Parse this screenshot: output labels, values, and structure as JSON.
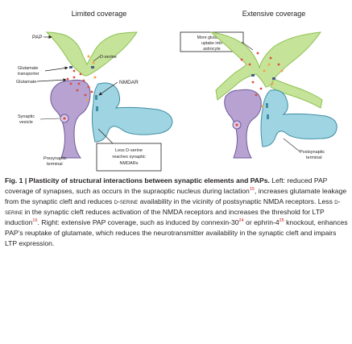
{
  "figure": {
    "left_panel": {
      "title": "Limited coverage",
      "labels": {
        "pap": "PAP",
        "d_serine": "D-serine",
        "glutamate_transporter_1": "Glutamate",
        "glutamate_transporter_2": "transporter",
        "glutamate": "Glutamate",
        "nmdar": "NMDAR",
        "synaptic_vesicle_1": "Synaptic",
        "synaptic_vesicle_2": "vesicle",
        "presynaptic_1": "Presynaptic",
        "presynaptic_2": "terminal"
      },
      "callout": [
        "Less D-serine",
        "reaches synaptic",
        "NMDARs"
      ]
    },
    "right_panel": {
      "title": "Extensive coverage",
      "callout": [
        "More glutamate",
        "uptake into",
        "astrocyte"
      ],
      "labels": {
        "postsynaptic_1": "Postsynaptic",
        "postsynaptic_2": "terminal"
      }
    },
    "colors": {
      "astrocyte": "#c6e39a",
      "astrocyte_edge": "#8cc152",
      "presynaptic": "#b7a2d2",
      "postsynaptic": "#9fd4e2",
      "glutamate": "#e04a3a",
      "d_serine": "#f2a44b"
    }
  },
  "caption": {
    "fig_label": "Fig. 1 | Plasticity of structural interactions between synaptic elements and PAPs.",
    "p1": " Left: reduced PAP coverage of synapses, such as occurs in the supraoptic nucleus during lactation",
    "r1": "15",
    "p2": ", increases glutamate leakage from the synaptic cleft and reduces ",
    "ds1": "d-serine",
    "p3": " availability in the vicinity of postsynaptic NMDA receptors. Less ",
    "ds2": "d-serine",
    "p4": " in the synaptic cleft reduces activation of the NMDA receptors and increases the threshold for LTP induction",
    "r2": "16",
    "p5": ". Right: extensive PAP coverage, such as induced by connexin-30",
    "r3": "24",
    "p6": " or ephrin-4",
    "r4": "25",
    "p7": " knockout, enhances PAP’s reuptake of glutamate, which reduces the neurotransmitter availability in the synaptic cleft and impairs LTP expression."
  }
}
